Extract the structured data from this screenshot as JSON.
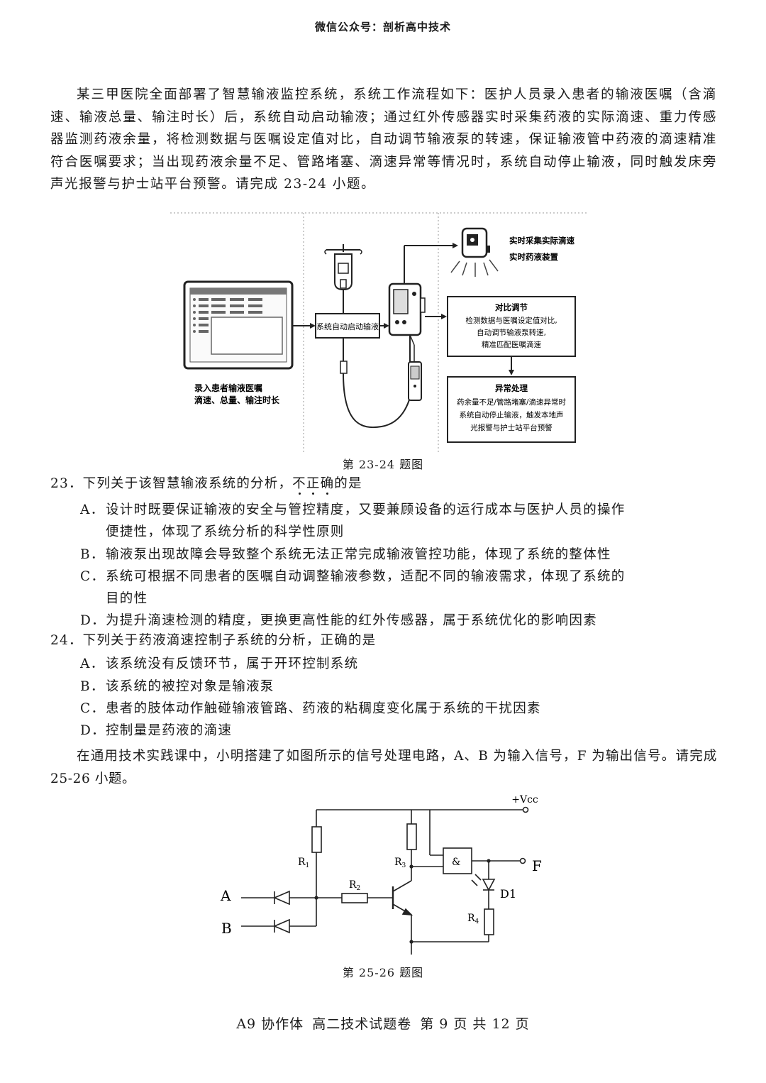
{
  "header": {
    "wechat": "微信公众号：剖析高中技术"
  },
  "intro1": "某三甲医院全面部署了智慧输液监控系统，系统工作流程如下：医护人员录入患者的输液医嘱（含滴速、输液总量、输注时长）后，系统自动启动输液；通过红外传感器实时采集药液的实际滴速、重力传感器监测药液余量，将检测数据与医嘱设定值对比，自动调节输液泵的转速，保证输液管中药液的滴速精准符合医嘱要求；当出现药液余量不足、管路堵塞、滴速异常等情况时，系统自动停止输液，同时触发床旁声光报警与护士站平台预警。请完成 23-24 小题。",
  "figure1": {
    "input_label_1": "录入患者输液医嘱",
    "input_label_2": "滴速、总量、输注时长",
    "start_box": "系统自动启动输液",
    "sensor_label_1": "实时采集实际滴速",
    "sensor_label_2": "实时药液装置",
    "compare_title": "对比调节",
    "compare_line1": "检测数据与医嘱设定值对比,",
    "compare_line2": "自动调节输液泵转速,",
    "compare_line3": "精准匹配医嘱滴速",
    "abnormal_title": "异常处理",
    "abnormal_line1": "药余量不足/管路堵塞/滴速异常时",
    "abnormal_line2": "系统自动停止输液，触发本地声",
    "abnormal_line3": "光报警与护士站平台预警",
    "caption": "第 23-24 题图"
  },
  "q23": {
    "number": "23．",
    "stem_pre": "下列关于该智慧输液系统的分析，",
    "stem_emph": "不正确",
    "stem_post": "的是",
    "options": [
      {
        "letter": "A．",
        "line1": "设计时既要保证输液的安全与管控精度，又要兼顾设备的运行成本与医护人员的操作",
        "line2": "便捷性，体现了系统分析的科学性原则"
      },
      {
        "letter": "B．",
        "line1": "输液泵出现故障会导致整个系统无法正常完成输液管控功能，体现了系统的整体性",
        "line2": ""
      },
      {
        "letter": "C．",
        "line1": "系统可根据不同患者的医嘱自动调整输液参数，适配不同的输液需求，体现了系统的",
        "line2": "目的性"
      },
      {
        "letter": "D．",
        "line1": "为提升滴速检测的精度，更换更高性能的红外传感器，属于系统优化的影响因素",
        "line2": ""
      }
    ]
  },
  "q24": {
    "number": "24．",
    "stem": "下列关于药液滴速控制子系统的分析，正确的是",
    "options": [
      {
        "letter": "A．",
        "text": "该系统没有反馈环节，属于开环控制系统"
      },
      {
        "letter": "B．",
        "text": "该系统的被控对象是输液泵"
      },
      {
        "letter": "C．",
        "text": "患者的肢体动作触碰输液管路、药液的粘稠度变化属于系统的干扰因素"
      },
      {
        "letter": "D．",
        "text": "控制量是药液的滴速"
      }
    ]
  },
  "intro2": "在通用技术实践课中，小明搭建了如图所示的信号处理电路，A、B 为输入信号，F 为输出信号。请完成 25-26 小题。",
  "figure2": {
    "vcc": "+Vcc",
    "input_a": "A",
    "input_b": "B",
    "output_f": "F",
    "r1": "R",
    "r1_sub": "1",
    "r2": "R",
    "r2_sub": "2",
    "r3": "R",
    "r3_sub": "3",
    "r4": "R",
    "r4_sub": "4",
    "d1": "D1",
    "gate": "&",
    "caption": "第 25-26 题图"
  },
  "footer": {
    "org": "A9 协作体",
    "title": "高二技术试题卷",
    "page": "第 9 页 共 12 页"
  }
}
